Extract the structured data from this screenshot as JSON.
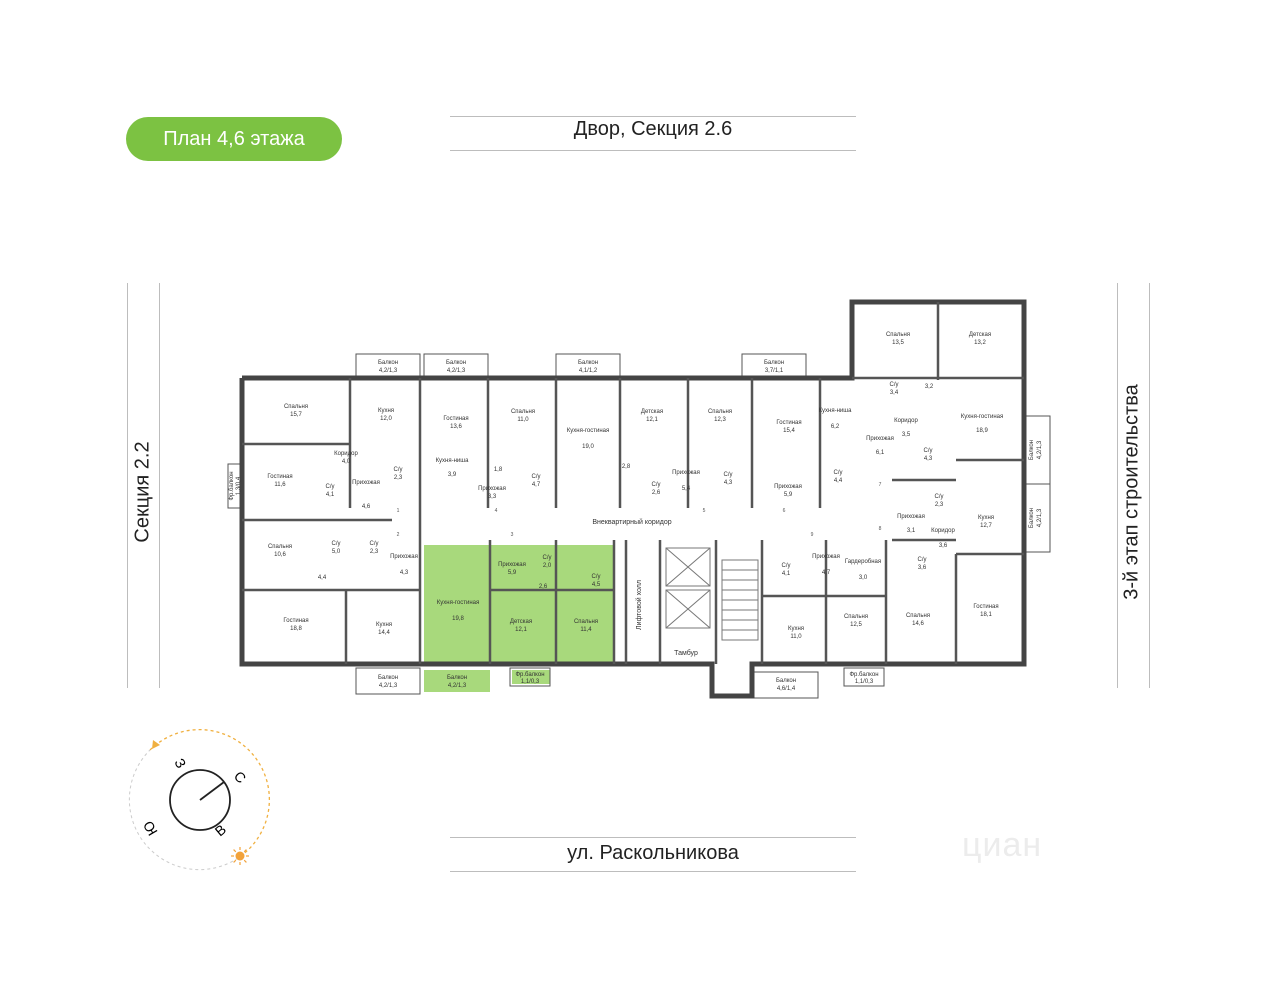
{
  "badge": "План 4,6 этажа",
  "labels": {
    "top": "Двор, Секция 2.6",
    "bottom": "ул. Раскольникова",
    "left": "Секция 2.2",
    "right": "3-й этап строительства"
  },
  "watermark": "циан",
  "compass": {
    "n": "С",
    "e": "В",
    "s": "Ю",
    "w": "З"
  },
  "plan": {
    "corridor": "Внеквартирный коридор",
    "lift_hall": "Лифтовой холл",
    "tambur": "Тамбур",
    "rooms": [
      {
        "id": "r1",
        "name": "Спальня",
        "area": "15,7"
      },
      {
        "id": "r2",
        "name": "Кухня",
        "area": "12,0"
      },
      {
        "id": "r3",
        "name": "Гостиная",
        "area": "13,6"
      },
      {
        "id": "r4",
        "name": "Спальня",
        "area": "11,0"
      },
      {
        "id": "r5",
        "name": "Кухня-гостиная",
        "area": "19,0"
      },
      {
        "id": "r6",
        "name": "Детская",
        "area": "12,1"
      },
      {
        "id": "r7",
        "name": "Спальня",
        "area": "12,3"
      },
      {
        "id": "r8",
        "name": "Гостиная",
        "area": "15,4"
      },
      {
        "id": "r9",
        "name": "Кухня-ниша",
        "area": "6,2"
      },
      {
        "id": "r10",
        "name": "Спальня",
        "area": "13,5"
      },
      {
        "id": "r11",
        "name": "Детская",
        "area": "13,2"
      },
      {
        "id": "r12",
        "name": "Кухня-гостиная",
        "area": "18,9"
      },
      {
        "id": "r13",
        "name": "Гостиная",
        "area": "11,6"
      },
      {
        "id": "r14",
        "name": "Коридор",
        "area": "4,0"
      },
      {
        "id": "r15",
        "name": "С/у",
        "area": "2,3"
      },
      {
        "id": "r16",
        "name": "Кухня-ниша",
        "area": "3,9"
      },
      {
        "id": "r17",
        "name": "Прихожая",
        "area": "3,3"
      },
      {
        "id": "r18",
        "name": "С/у",
        "area": "4,7"
      },
      {
        "id": "r19",
        "name": "С/у",
        "area": "2,6"
      },
      {
        "id": "r20",
        "name": "Прихожая",
        "area": "5,4"
      },
      {
        "id": "r21",
        "name": "С/у",
        "area": "4,3"
      },
      {
        "id": "r22",
        "name": "Прихожая",
        "area": "5,9"
      },
      {
        "id": "r23",
        "name": "С/у",
        "area": "4,4"
      },
      {
        "id": "r24",
        "name": "Прихожая",
        "area": "6,1"
      },
      {
        "id": "r25",
        "name": "Коридор",
        "area": "3,5"
      },
      {
        "id": "r26",
        "name": "С/у",
        "area": "3,4"
      },
      {
        "id": "r27",
        "name": "С/у",
        "area": "4,3"
      },
      {
        "id": "r28",
        "name": "С/у",
        "area": "4,1"
      },
      {
        "id": "r29",
        "name": "Прихожая",
        "area": "4,6"
      },
      {
        "id": "r30",
        "name": "Спальня",
        "area": "10,6"
      },
      {
        "id": "r31",
        "name": "С/у",
        "area": "5,0"
      },
      {
        "id": "r32",
        "name": "С/у",
        "area": "2,3"
      },
      {
        "id": "r33",
        "name": "Прихожая",
        "area": "4,3"
      },
      {
        "id": "r34",
        "name": "Гостиная",
        "area": "18,8"
      },
      {
        "id": "r35",
        "name": "Кухня",
        "area": "14,4"
      },
      {
        "id": "r36",
        "name": "Кухня-гостиная",
        "area": "19,8"
      },
      {
        "id": "r37",
        "name": "Прихожая",
        "area": "5,9"
      },
      {
        "id": "r38",
        "name": "С/у",
        "area": "2,0"
      },
      {
        "id": "r39",
        "name": "С/у",
        "area": "4,5"
      },
      {
        "id": "r40",
        "name": "Детская",
        "area": "12,1"
      },
      {
        "id": "r41",
        "name": "Спальня",
        "area": "11,4"
      },
      {
        "id": "r42",
        "name": "С/у",
        "area": "4,1"
      },
      {
        "id": "r43",
        "name": "Кухня",
        "area": "11,0"
      },
      {
        "id": "r44",
        "name": "Прихожая",
        "area": "4,7"
      },
      {
        "id": "r45",
        "name": "Гардеробная",
        "area": "3,0"
      },
      {
        "id": "r46",
        "name": "Спальня",
        "area": "12,5"
      },
      {
        "id": "r47",
        "name": "С/у",
        "area": "3,6"
      },
      {
        "id": "r48",
        "name": "Спальня",
        "area": "14,6"
      },
      {
        "id": "r49",
        "name": "Гостиная",
        "area": "18,1"
      },
      {
        "id": "r50",
        "name": "Прихожая",
        "area": "3,1"
      },
      {
        "id": "r51",
        "name": "С/у",
        "area": "2,3"
      },
      {
        "id": "r52",
        "name": "Коридор",
        "area": "3,6"
      },
      {
        "id": "r53",
        "name": "Кухня",
        "area": "12,7"
      }
    ],
    "small_areas": [
      {
        "id": "a1",
        "text": "1,8"
      },
      {
        "id": "a2",
        "text": "2,8"
      },
      {
        "id": "a3",
        "text": "4,4"
      },
      {
        "id": "a4",
        "text": "2,6"
      },
      {
        "id": "a5",
        "text": "3,2"
      }
    ],
    "balconies": [
      {
        "id": "b1",
        "name": "Балкон",
        "area": "4,2/1,3"
      },
      {
        "id": "b2",
        "name": "Балкон",
        "area": "4,2/1,3"
      },
      {
        "id": "b3",
        "name": "Балкон",
        "area": "4,1/1,2"
      },
      {
        "id": "b4",
        "name": "Балкон",
        "area": "3,7/1,1"
      },
      {
        "id": "b5",
        "name": "Балкон",
        "area": "4,2/1,3"
      },
      {
        "id": "b6",
        "name": "Балкон",
        "area": "4,2/1,3"
      },
      {
        "id": "b7",
        "name": "Фр.балкон",
        "area": "1,1/0,3"
      },
      {
        "id": "b8",
        "name": "Балкон",
        "area": "4,6/1,4"
      },
      {
        "id": "b9",
        "name": "Фр.балкон",
        "area": "1,1/0,3"
      },
      {
        "id": "b10",
        "name": "Фр.балкон",
        "area": "1,3/0,4"
      },
      {
        "id": "b11",
        "name": "Балкон",
        "area": "4,2/1,3"
      },
      {
        "id": "b12",
        "name": "Балкон",
        "area": "4,2/1,3"
      }
    ],
    "numbers": [
      "1",
      "2",
      "3",
      "4",
      "5",
      "6",
      "7",
      "8",
      "9"
    ]
  }
}
